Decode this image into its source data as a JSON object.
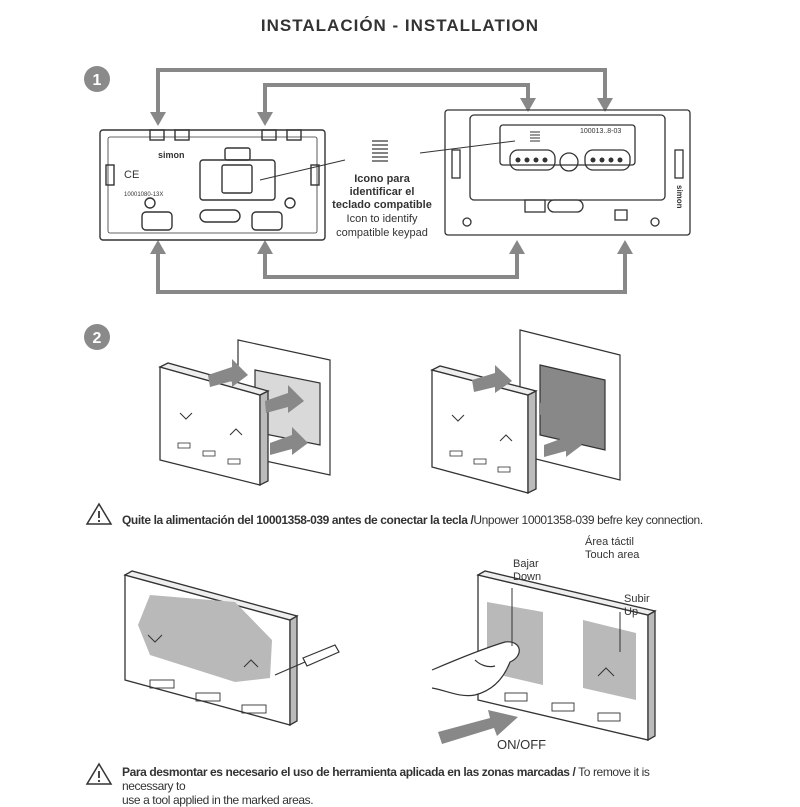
{
  "header": {
    "title": "INSTALACIÓN  -  INSTALLATION"
  },
  "steps": {
    "step1": "1",
    "step2": "2"
  },
  "step1": {
    "base_brand": "simon",
    "base_ce": "CE",
    "base_code": "10001080-13X",
    "icon_label_es_1": "Icono para",
    "icon_label_es_2": "identificar el",
    "icon_label_es_3": "teclado compatible",
    "icon_label_en_1": "Icon to identify",
    "icon_label_en_2": "compatible keypad",
    "module_code": "100013..8-03",
    "module_brand": "simon"
  },
  "warning1": {
    "bold": "Quite la alimentación del 10001358-039 antes de conectar la tecla /",
    "normal": "Unpower 10001358-039 befre key connection."
  },
  "touch": {
    "area_es": "Área táctil",
    "area_en": "Touch area",
    "down_es": "Bajar",
    "down_en": "Down",
    "up_es": "Subir",
    "up_en": "Up",
    "onoff": "ON/OFF"
  },
  "warning2": {
    "bold": "Para desmontar es necesario el uso de herramienta aplicada en las zonas marcadas /",
    "normal_1": "To remove it is necessary to",
    "normal_2": "use a tool applied in the marked areas."
  },
  "colors": {
    "line": "#333333",
    "arrow": "#888888",
    "zone": "#b9b9b9",
    "separator": "#cccccc"
  }
}
